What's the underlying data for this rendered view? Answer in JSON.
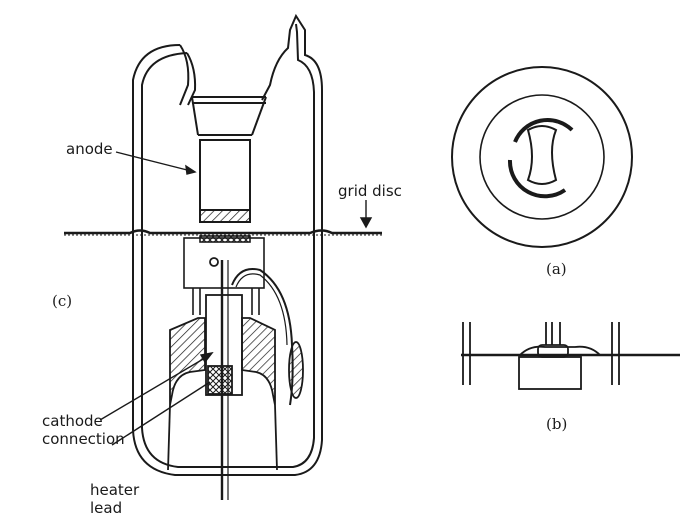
{
  "labels": {
    "anode": "anode",
    "grid_disc": "grid disc",
    "cathode_connection_line1": "cathode",
    "cathode_connection_line2": "connection",
    "heater_lead_line1": "heater",
    "heater_lead_line2": "lead"
  },
  "captions": {
    "a": "(a)",
    "b": "(b)",
    "c": "(c)"
  },
  "colors": {
    "ink": "#1a1a1a",
    "paper": "#ffffff"
  }
}
